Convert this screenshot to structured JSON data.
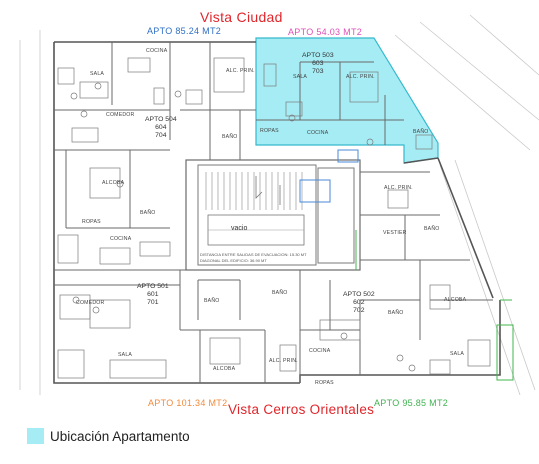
{
  "titles": {
    "top": "Vista Ciudad",
    "bottom": "Vista Cerros Orientales"
  },
  "apartments": {
    "top_left": {
      "label": "APTO  85.24 MT2",
      "color": "#2f6fc4"
    },
    "top_right": {
      "label": "APTO  54.03 MT2",
      "color": "#e04fb7"
    },
    "bottom_left": {
      "label": "APTO  101.34 MT2",
      "color": "#f08a3c"
    },
    "bottom_right": {
      "label": "APTO  95.85 MT2",
      "color": "#3fb34f"
    }
  },
  "units": {
    "u504": {
      "name": "APTO 504",
      "l1": "604",
      "l2": "704"
    },
    "u503": {
      "name": "APTO 503",
      "l1": "603",
      "l2": "703"
    },
    "u501": {
      "name": "APTO 501",
      "l1": "601",
      "l2": "701"
    },
    "u502": {
      "name": "APTO 502",
      "l1": "602",
      "l2": "702"
    }
  },
  "rooms": {
    "sala_tl": "SALA",
    "cocina_tl": "COCINA",
    "comedor_tl": "COMEDOR",
    "alc_prin_tl": "ALC. PRIN.",
    "bano_tl": "BAÑO",
    "alcoba_l": "ALCOBA",
    "ropas_l": "ROPAS",
    "bano_l": "BAÑO",
    "cocina_l": "COCINA",
    "sala_503": "SALA",
    "alc_prin_503": "ALC. PRIN.",
    "cocina_503": "COCINA",
    "bano_503": "BAÑO",
    "ropas_503": "ROPAS",
    "alc_prin_r": "ALC. PRIN.",
    "vestier_r": "VESTIER",
    "bano_r1": "BAÑO",
    "bano_r2": "BAÑO",
    "alcoba_r": "ALCOBA",
    "sala_br": "SALA",
    "ropas_br": "ROPAS",
    "cocina_br": "COCINA",
    "comedor_bl": "COMEDOR",
    "bano_bl": "BAÑO",
    "sala_bl": "SALA",
    "alcoba_bl": "ALCOBA",
    "alc_prin_bl": "ALC. PRIN.",
    "bano_bc": "BAÑO",
    "vacio": "vacio"
  },
  "notes": {
    "evac1": "DISTANCIA ENTRE SALIDAS DE EVACUACION: 15.30 MT",
    "evac2": "DIAGONAL DEL EDIFICIO: 36.90 MT"
  },
  "legend": {
    "label": "Ubicación Apartamento",
    "color": "#a6ecf4"
  }
}
